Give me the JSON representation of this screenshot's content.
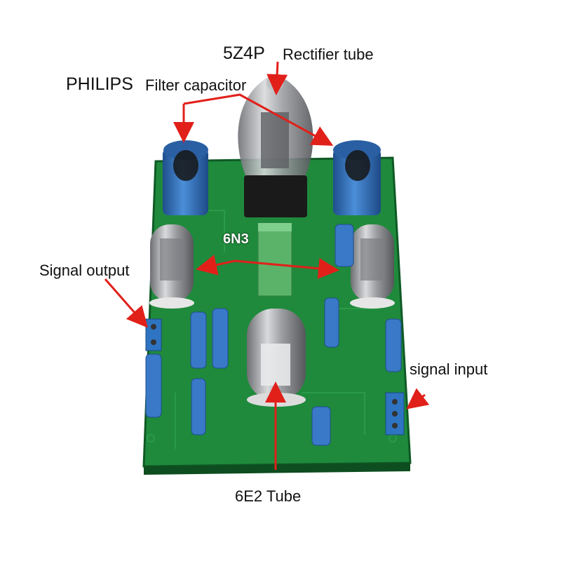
{
  "labels": {
    "rectifier_model": "5Z4P",
    "rectifier_text": "Rectifier tube",
    "capacitor_brand": "PHILIPS",
    "capacitor_text": "Filter capacitor",
    "board_tube": "6N3",
    "signal_output": "Signal output",
    "signal_input": "signal input",
    "tube_6e2": "6E2 Tube"
  },
  "colors": {
    "pcb": "#1f8a3c",
    "arrow": "#e1201a",
    "capacitor": "#2f6fb8",
    "film_cap": "#3a78c8"
  }
}
